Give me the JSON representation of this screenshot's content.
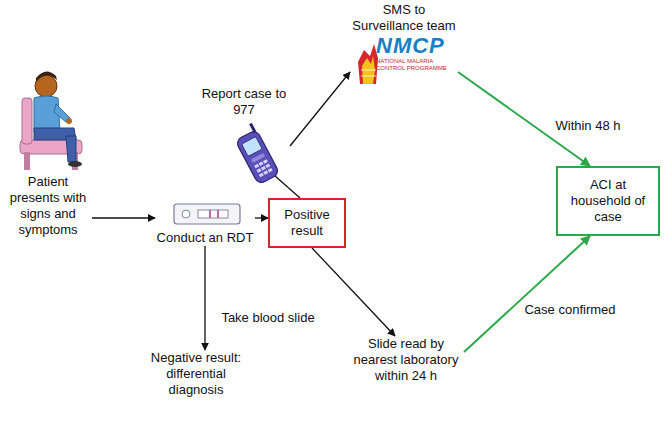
{
  "diagram": {
    "nodes": [
      {
        "text": [
          "Patient presents with signs and symptoms"
        ]
      },
      {
        "text": [
          "Conduct an RDT"
        ]
      },
      {
        "text": [
          "Positive result"
        ]
      },
      {
        "text": [
          "Negative result: differential diagnosis"
        ]
      },
      {
        "text": [
          "Report case to 977"
        ]
      },
      {
        "text": [
          "SMS to Surveillance team",
          "NMCP",
          "NATIONAL MALARIA CONTROL PROGRAMME"
        ]
      },
      {
        "text": [
          "Slide read by nearest laboratory within 24 h"
        ]
      },
      {
        "text": [
          "ACI at household of case"
        ]
      }
    ],
    "edges": [
      {
        "from": 0,
        "to": 1,
        "arrow": "to"
      },
      {
        "from": 1,
        "to": 2,
        "arrow": "to"
      },
      {
        "from": 1,
        "to": 3,
        "arrow": "to"
      },
      {
        "from": 2,
        "to": 4,
        "arrow": "to"
      },
      {
        "from": 4,
        "to": 5,
        "arrow": "to"
      },
      {
        "from": 5,
        "to": 7,
        "label": "Within 48 h",
        "arrow": "to"
      },
      {
        "from": 2,
        "to": 6,
        "label": "Take blood slide",
        "arrow": "to"
      },
      {
        "from": 6,
        "to": 7,
        "label": "Case confirmed",
        "arrow": "to"
      }
    ]
  }
}
